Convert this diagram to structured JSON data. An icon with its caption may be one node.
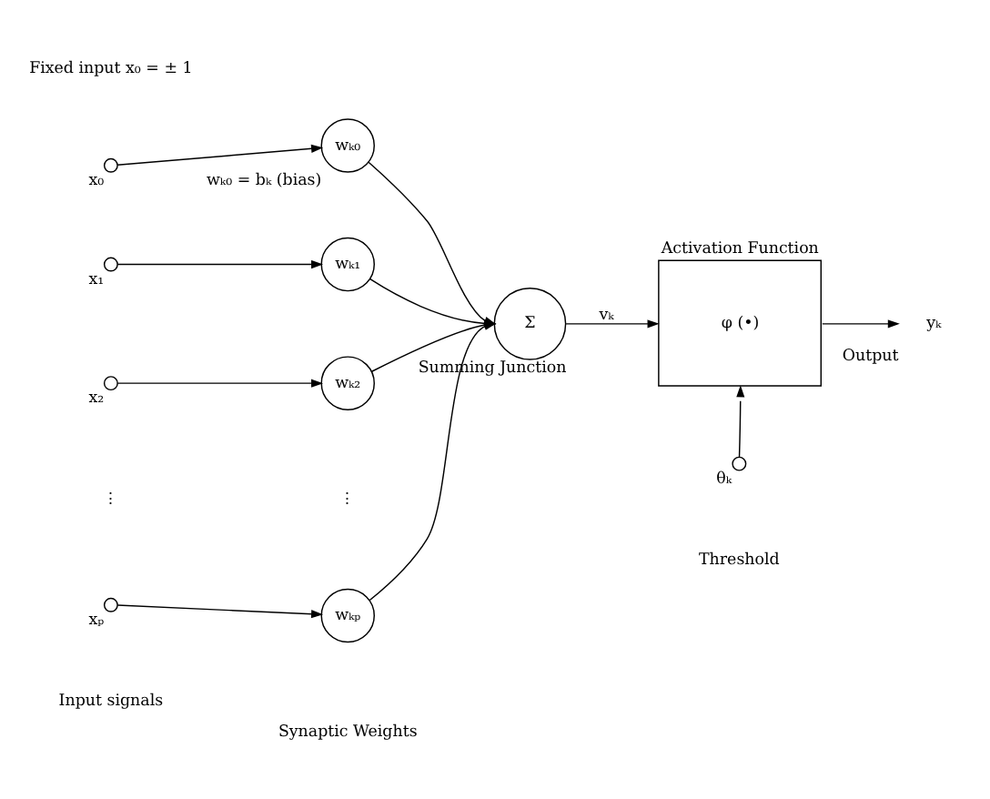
{
  "diagram": {
    "nodes": [
      {
        "text": [],
        "shape": "circle",
        "beside": [
          "x₀"
        ]
      },
      {
        "text": [],
        "shape": "circle",
        "beside": [
          "x₁"
        ]
      },
      {
        "text": [],
        "shape": "circle",
        "beside": [
          "x₂"
        ]
      },
      {
        "text": [],
        "shape": "circle",
        "beside": [
          "xₚ"
        ]
      },
      {
        "text": [
          "wₖ₀"
        ],
        "beside": [
          "wₖ₀ = bₖ (bias)"
        ]
      },
      {
        "text": [
          "wₖ₁"
        ]
      },
      {
        "text": [
          "wₖ₂"
        ]
      },
      {
        "text": [
          "wₖₚ"
        ]
      },
      {
        "text": [
          "Σ"
        ],
        "beside": [
          "Summing Junction"
        ]
      },
      {
        "text": [
          "φ (•)"
        ],
        "beside": [
          "Activation Function"
        ]
      },
      {
        "text": [],
        "shape": "circle",
        "beside": [
          "θₖ"
        ]
      },
      {
        "text": [
          "yₖ"
        ],
        "beside": [
          "Output"
        ]
      }
    ],
    "edges": [
      {
        "from": 0,
        "to": 4,
        "arrow": "to"
      },
      {
        "from": 1,
        "to": 5,
        "arrow": "to"
      },
      {
        "from": 2,
        "to": 6,
        "arrow": "to"
      },
      {
        "from": 3,
        "to": 7,
        "arrow": "to"
      },
      {
        "from": 4,
        "to": 8,
        "arrow": "to"
      },
      {
        "from": 5,
        "to": 8,
        "arrow": "to"
      },
      {
        "from": 6,
        "to": 8,
        "arrow": "to"
      },
      {
        "from": 7,
        "to": 8,
        "arrow": "to"
      },
      {
        "from": 8,
        "to": 9,
        "arrow": "to",
        "label": "vₖ"
      },
      {
        "from": 10,
        "to": 9,
        "arrow": "to"
      },
      {
        "from": 9,
        "to": 11,
        "arrow": "to"
      }
    ],
    "labels": [
      "Fixed input x₀ = ± 1",
      "⋮",
      "⋮",
      "Input signals",
      "Synaptic Weights",
      "Threshold"
    ]
  }
}
